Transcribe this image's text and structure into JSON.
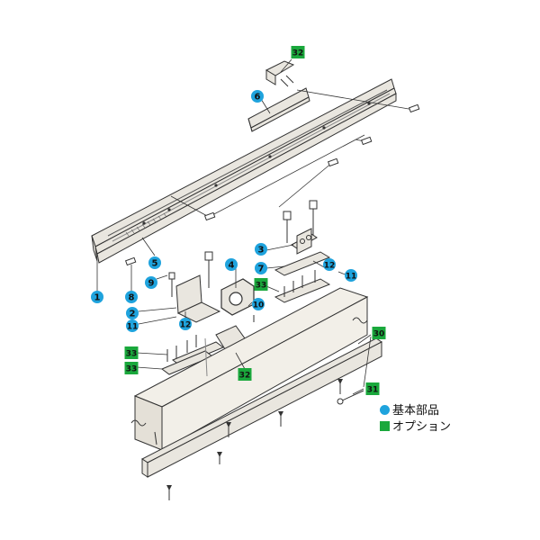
{
  "colors": {
    "basic": "#1fa3dd",
    "option": "#1aa83c",
    "line": "#333333",
    "rail_fill": "#e9e6df",
    "box_fill": "#f2efe8"
  },
  "legend": {
    "basic_label": "基本部品",
    "option_label": "オプション"
  },
  "callouts": [
    {
      "label": "32",
      "kind": "option"
    },
    {
      "label": "6",
      "kind": "basic"
    },
    {
      "label": "3",
      "kind": "basic"
    },
    {
      "label": "4",
      "kind": "basic"
    },
    {
      "label": "7",
      "kind": "basic"
    },
    {
      "label": "5",
      "kind": "basic"
    },
    {
      "label": "9",
      "kind": "basic"
    },
    {
      "label": "12",
      "kind": "basic"
    },
    {
      "label": "11",
      "kind": "basic"
    },
    {
      "label": "33",
      "kind": "option"
    },
    {
      "label": "1",
      "kind": "basic"
    },
    {
      "label": "8",
      "kind": "basic"
    },
    {
      "label": "2",
      "kind": "basic"
    },
    {
      "label": "11",
      "kind": "basic"
    },
    {
      "label": "12",
      "kind": "basic"
    },
    {
      "label": "10",
      "kind": "basic"
    },
    {
      "label": "33",
      "kind": "option"
    },
    {
      "label": "33",
      "kind": "option"
    },
    {
      "label": "32",
      "kind": "option"
    },
    {
      "label": "30",
      "kind": "option"
    },
    {
      "label": "31",
      "kind": "option"
    }
  ]
}
